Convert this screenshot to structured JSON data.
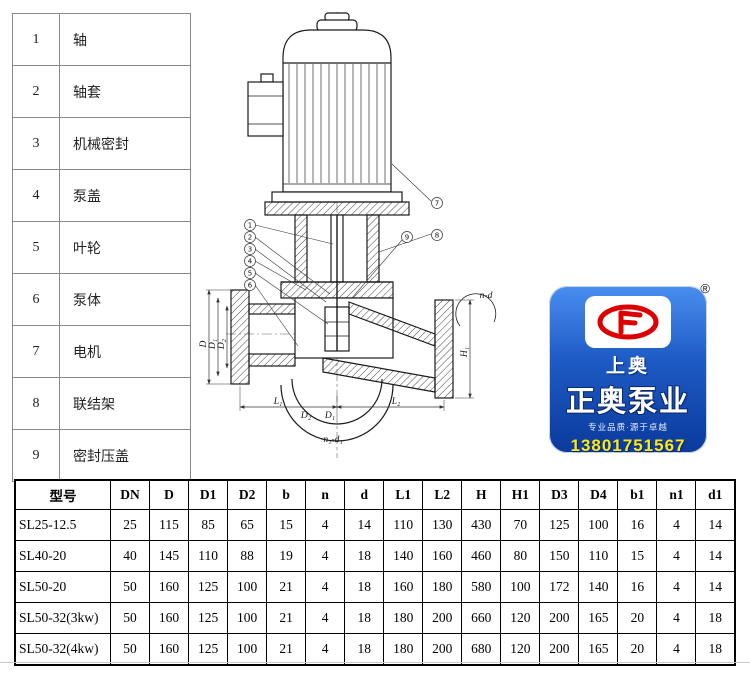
{
  "parts_list": {
    "rows": [
      {
        "num": "1",
        "name": "轴"
      },
      {
        "num": "2",
        "name": "轴套"
      },
      {
        "num": "3",
        "name": "机械密封"
      },
      {
        "num": "4",
        "name": "泵盖"
      },
      {
        "num": "5",
        "name": "叶轮"
      },
      {
        "num": "6",
        "name": "泵体"
      },
      {
        "num": "7",
        "name": "电机"
      },
      {
        "num": "8",
        "name": "联结架"
      },
      {
        "num": "9",
        "name": "密封压盖"
      }
    ]
  },
  "diagram": {
    "callout_numbers": [
      "1",
      "2",
      "3",
      "4",
      "5",
      "6",
      "7",
      "8",
      "9"
    ],
    "dim_labels": {
      "d": "D",
      "d1": "D₁",
      "d2": "D₂",
      "l1": "L₁",
      "l2": "L₂",
      "bottom_d2": "D₂",
      "bottom_d1": "D₁",
      "h1": "H₁",
      "nd": "n-d",
      "n1d1": "n₁-d₁"
    }
  },
  "badge": {
    "reg_mark": "®",
    "line1": "上奥",
    "line2": "正奥泵业",
    "slogan": "专业品质·源于卓越",
    "phone": "13801751567",
    "colors": {
      "bg_top": "#4a8ef0",
      "bg_bottom": "#0b3a9c",
      "phone_text": "#ffe913",
      "logo_red": "#dd0000"
    }
  },
  "spec_table": {
    "headers": [
      "型号",
      "DN",
      "D",
      "D1",
      "D2",
      "b",
      "n",
      "d",
      "L1",
      "L2",
      "H",
      "H1",
      "D3",
      "D4",
      "b1",
      "n1",
      "d1"
    ],
    "rows": [
      [
        "SL25-12.5",
        "25",
        "115",
        "85",
        "65",
        "15",
        "4",
        "14",
        "110",
        "130",
        "430",
        "70",
        "125",
        "100",
        "16",
        "4",
        "14"
      ],
      [
        "SL40-20",
        "40",
        "145",
        "110",
        "88",
        "19",
        "4",
        "18",
        "140",
        "160",
        "460",
        "80",
        "150",
        "110",
        "15",
        "4",
        "14"
      ],
      [
        "SL50-20",
        "50",
        "160",
        "125",
        "100",
        "21",
        "4",
        "18",
        "160",
        "180",
        "580",
        "100",
        "172",
        "140",
        "16",
        "4",
        "14"
      ],
      [
        "SL50-32(3kw)",
        "50",
        "160",
        "125",
        "100",
        "21",
        "4",
        "18",
        "180",
        "200",
        "660",
        "120",
        "200",
        "165",
        "20",
        "4",
        "18"
      ],
      [
        "SL50-32(4kw)",
        "50",
        "160",
        "125",
        "100",
        "21",
        "4",
        "18",
        "180",
        "200",
        "680",
        "120",
        "200",
        "165",
        "20",
        "4",
        "18"
      ]
    ]
  }
}
